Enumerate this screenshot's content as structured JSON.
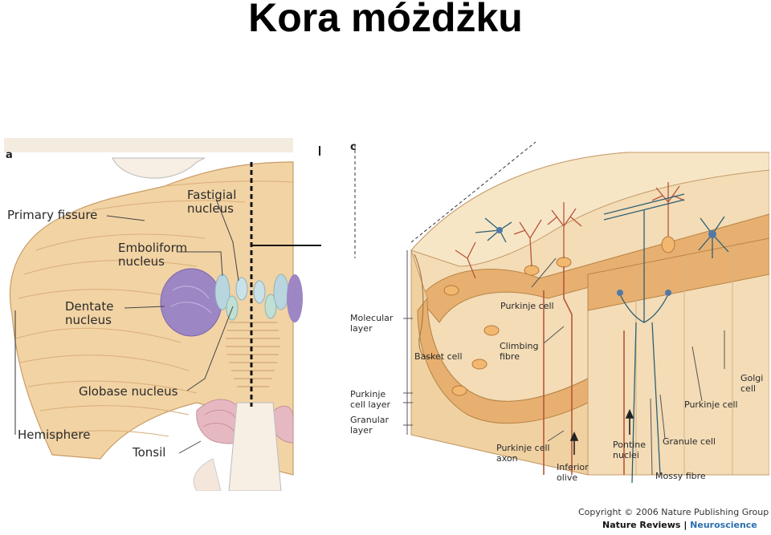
{
  "title": "Kora móżdżku",
  "panel_a": {
    "letter": "a",
    "labels": {
      "fastigial": "Fastigial\nnucleus",
      "primary_fissure": "Primary fissure",
      "emboliform": "Emboliform\nnucleus",
      "dentate": "Dentate\nnucleus",
      "globase": "Globase nucleus",
      "hemisphere": "Hemisphere",
      "tonsil": "Tonsil"
    }
  },
  "panel_c": {
    "letter": "c",
    "labels": {
      "purkinje_cell_top": "Purkinje cell",
      "climbing_fibre": "Climbing\nfibre",
      "molecular_layer": "Molecular\nlayer",
      "basket_cell": "Basket cell",
      "purkinje_layer": "Purkinje\ncell layer",
      "granular_layer": "Granular\nlayer",
      "golgi_cell": "Golgi\ncell",
      "purkinje_cell_right": "Purkinje cell",
      "granule_cell": "Granule cell",
      "purkinje_axon": "Purkinje cell\naxon",
      "inferior_olive": "Inferior\nolive",
      "pontine_nuclei": "Pontine\nnuclei",
      "mossy_fibre": "Mossy fibre"
    },
    "copyright": "Copyright © 2006 Nature Publishing Group",
    "journal": "Nature Reviews",
    "journal_sep": " | ",
    "journal_section": "Neuroscience"
  },
  "colors": {
    "tissue": "#f2d3a4",
    "tissue_dark": "#e3b57e",
    "dentate": "#9c86c4",
    "nucleus_blue": "#b9d6de",
    "purkinje_layer": "#e7b070",
    "neuron_red": "#b8553a",
    "fibre_blue": "#2d5f74",
    "tonsil_pink": "#e6b9c2"
  }
}
